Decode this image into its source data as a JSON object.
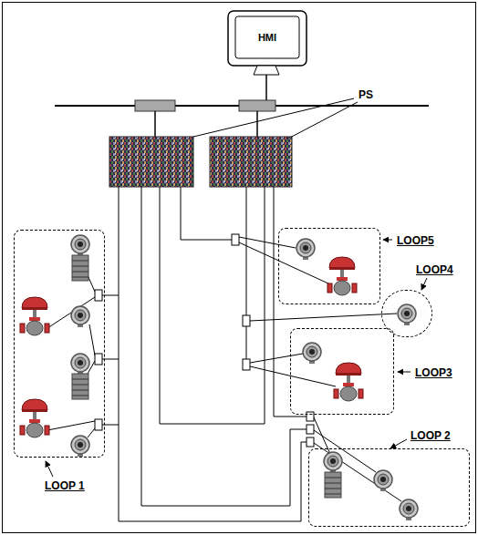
{
  "diagram": {
    "nodes": [
      {
        "text": [
          "HMI"
        ]
      },
      {
        "text": [
          "LOOP 1"
        ]
      },
      {
        "text": [
          "LOOP5"
        ]
      },
      {
        "text": [
          "LOOP4"
        ]
      },
      {
        "text": [
          "LOOP3"
        ]
      },
      {
        "text": [
          "LOOP 2"
        ]
      }
    ],
    "labels": [
      "PS"
    ]
  }
}
